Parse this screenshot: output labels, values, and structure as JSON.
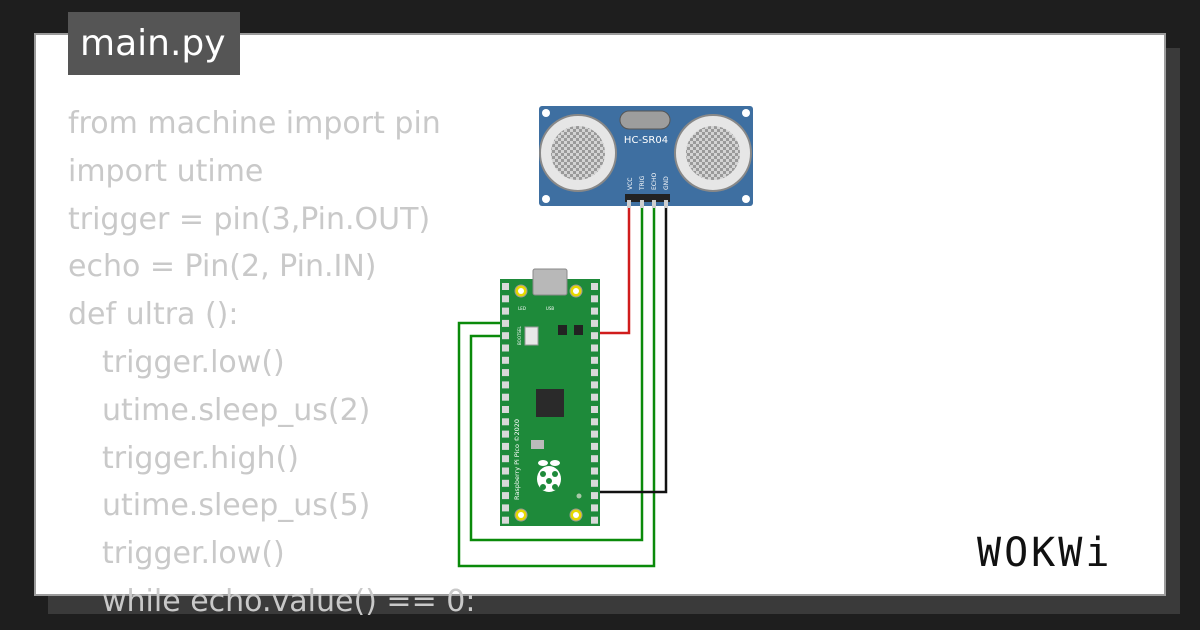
{
  "file_tab": {
    "label": "main.py"
  },
  "code": {
    "lines": [
      "from machine import pin",
      "import utime",
      "trigger = pin(3,Pin.OUT)",
      "echo = Pin(2, Pin.IN)",
      "def ultra ():",
      "trigger.low()",
      "utime.sleep_us(2)",
      "trigger.high()",
      "utime.sleep_us(5)",
      "trigger.low()",
      "while echo.value() == 0:"
    ]
  },
  "sensor": {
    "model": "HC-SR04",
    "pins": [
      "VCC",
      "TRIG",
      "ECHO",
      "GND"
    ]
  },
  "pico": {
    "silkscreen": "Raspberry Pi Pico ©2020",
    "led_label": "LED",
    "usb_label": "USB",
    "bootsel_label": "BOOTSEL"
  },
  "brand": {
    "name": "WOKWi"
  },
  "colors": {
    "background": "#1e1e1e",
    "card": "#ffffff",
    "sensor_board": "#3e6fa1",
    "pico_board": "#1e8a3a",
    "wire_power": "#d01c1c",
    "wire_signal": "#0a8a0a",
    "wire_ground": "#111111"
  }
}
